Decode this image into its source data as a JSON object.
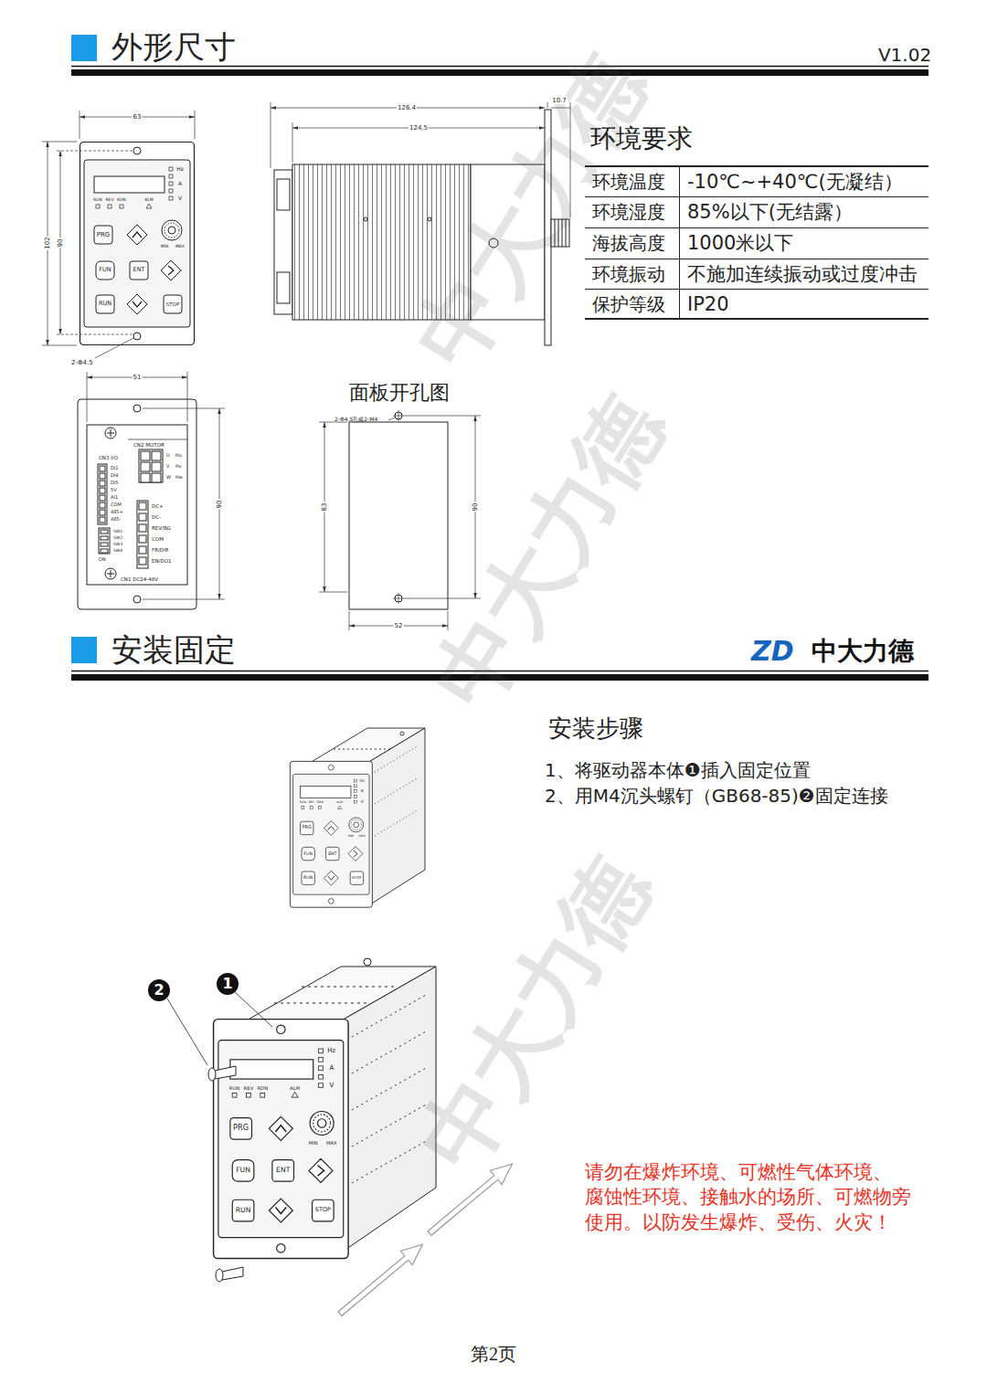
{
  "diagram": {
    "title": "外形尺寸",
    "labels": [
      "V1.02",
      "63",
      "102",
      "90",
      "2-Φ4.5",
      "Hz",
      "A",
      "V",
      "RUN",
      "REV",
      "RDN",
      "ALM",
      "PRG",
      "FUN",
      "ENT",
      "RUN",
      "STOP",
      "MIN",
      "MAX",
      "126.4",
      "124.5",
      "10.7",
      "环境要求",
      "环境温度",
      "-10℃~+40℃(无凝结）",
      "环境湿度",
      "85%以下(无结露）",
      "海拔高度",
      "1000米以下",
      "环境振动",
      "不施加连续振动或过度冲击",
      "保护等级",
      "IP20",
      "51",
      "90",
      "CN3 I/O",
      "DI1",
      "DI4",
      "DI5",
      "5V",
      "AI1",
      "COM",
      "485+",
      "485-",
      "CN2 MOTOR",
      "U",
      "V",
      "W",
      "Hu",
      "Hv",
      "Hw",
      "DC+",
      "DC-",
      "REV/BG",
      "COM",
      "FR/DIR",
      "EN/DO1",
      "SW1",
      "SW2",
      "SW3",
      "SW4",
      "ON",
      "CN1 DC24-48V",
      "面板开孔图",
      "2-Φ4.5孔或2-M4",
      "83",
      "90",
      "52",
      "安装固定",
      "ZD",
      "中大力德",
      "安装步骤",
      "1、将驱动器本体❶插入固定位置",
      "2、用M4沉头螺钉（GB68-85)❷固定连接",
      "Hz",
      "A",
      "V",
      "RUN",
      "REV",
      "RDN",
      "ALM",
      "PRG",
      "FUN",
      "ENT",
      "RUN",
      "STOP",
      "MIN",
      "MAX",
      "Hz",
      "A",
      "V",
      "RUN",
      "REV",
      "RDN",
      "ALM",
      "PRG",
      "FUN",
      "ENT",
      "RUN",
      "STOP",
      "MIN",
      "MAX",
      "2",
      "1",
      "请勿在爆炸环境、可燃性气体环境、 腐蚀性环境、接触水的场所、可燃物旁 使用。以防发生爆炸、受伤、火灾！",
      "第2页",
      "中大力德",
      "中大力德",
      "中大力德"
    ]
  }
}
